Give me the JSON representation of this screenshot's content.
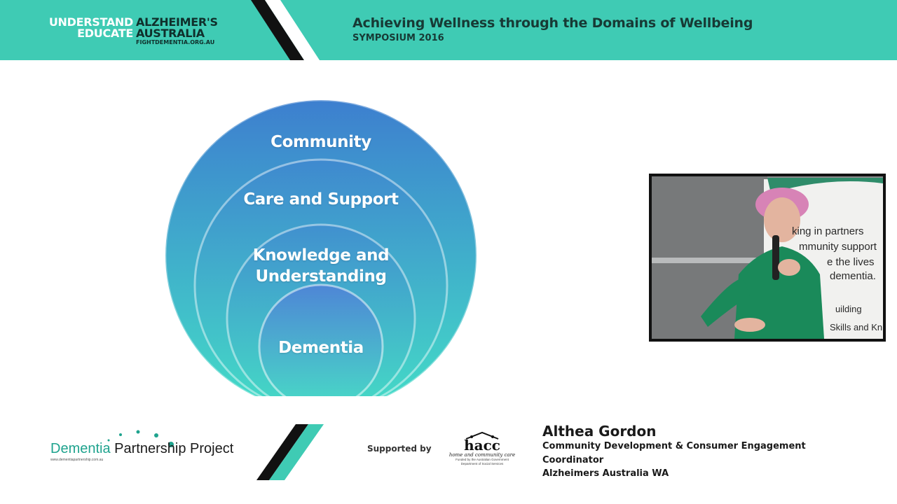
{
  "header": {
    "brand_left": [
      "UNDERSTAND",
      "EDUCATE"
    ],
    "brand_right": {
      "line1": "ALZHEIMER'S",
      "line2": "AUSTRALIA",
      "url": "FIGHTDEMENTIA.ORG.AU"
    },
    "title": "Achieving Wellness through the Domains of Wellbeing",
    "subtitle": "SYMPOSIUM 2016",
    "colors": {
      "banner": "#3fcbb4",
      "stripe_dark": "#111111",
      "stripe_light": "#ffffff"
    }
  },
  "slide": {
    "circles": [
      {
        "label": "Community"
      },
      {
        "label": "Care and Support"
      },
      {
        "label_line1": "Knowledge and",
        "label_line2": "Understanding"
      },
      {
        "label": "Dementia"
      }
    ],
    "colors": {
      "top": "#3d7fcf",
      "bottom": "#43ddc7"
    }
  },
  "video": {
    "lines": [
      "king  in  partners",
      "mmunity  support",
      "e  the  lives",
      "dementia.",
      "uilding",
      "Skills and Kn"
    ]
  },
  "footer": {
    "logo_teal": "Dementia",
    "logo_dark": " Partnership Project",
    "logo_url": "www.dementiapartnership.com.au",
    "supported_by": "Supported by",
    "hacc": {
      "word": "hacc",
      "sub": "home and community care",
      "fund1": "Funded by the Australian Government",
      "fund2": "Department of Social Services"
    },
    "speaker": {
      "name": "Althea Gordon",
      "role_line1": "Community Development & Consumer Engagement",
      "role_line2": "Coordinator",
      "org": "Alzheimers Australia WA"
    }
  }
}
